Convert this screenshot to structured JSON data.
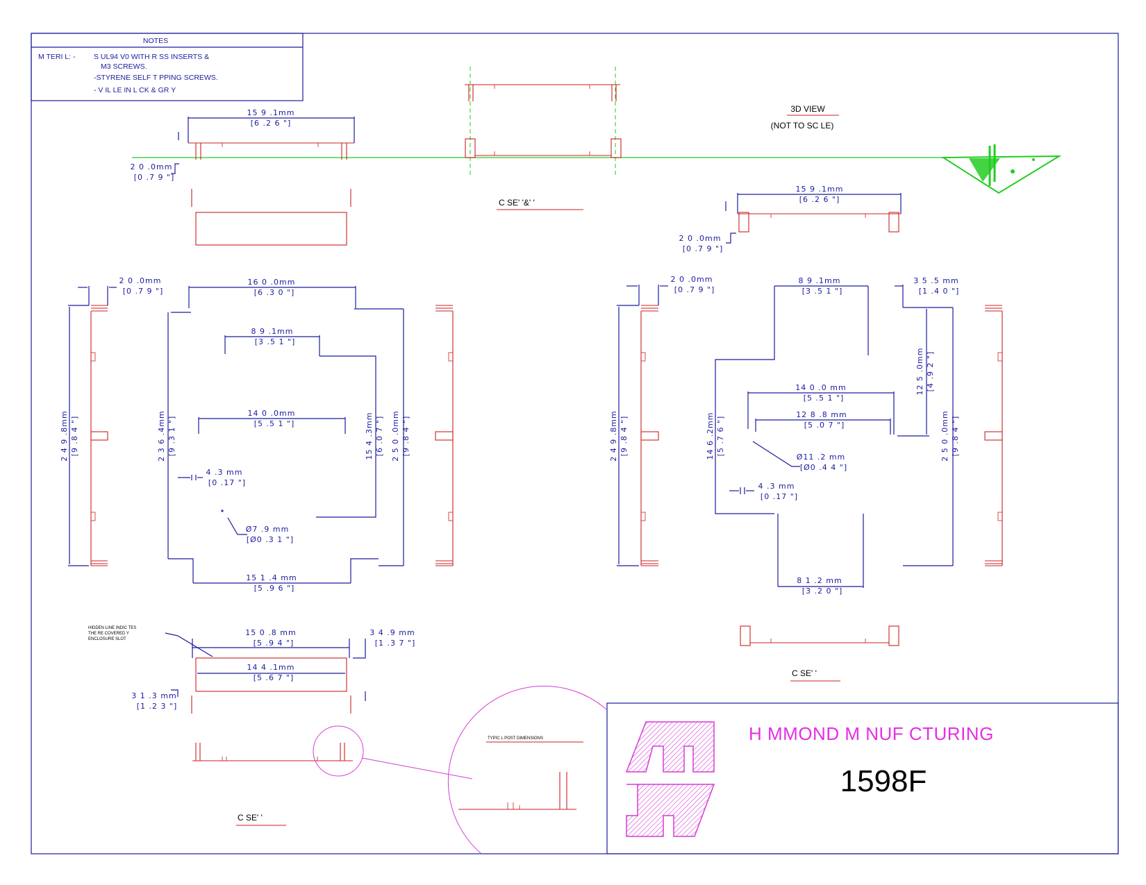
{
  "notes": {
    "title": "NOTES",
    "line1_label": "M  TERI  L: -",
    "line1": "S UL94 V0 WITH   R  SS INSERTS &",
    "line2": "M3 SCREWS.",
    "line3": "-STYRENE SELF T  PPING SCREWS.",
    "line4": "-  V  IL    LE IN   L  CK & GR   Y"
  },
  "views": {
    "view3d_title": "3D VIEW",
    "view3d_sub": "(NOT TO SC  LE)",
    "case_ab": "C  SE'  '&'  '",
    "case_c": "C  SE'  '",
    "case_d": "C  SE'  '",
    "hidden_note1": "HIDDEN LINE INDIC  TES",
    "hidden_note2": "THE   RE   COVERED   Y",
    "hidden_note3": "ENCLOSURE SLOT",
    "typical_post": "TYPIC  L POST DIMENSIONS"
  },
  "dims": {
    "d159_top_mm": "15 9 .1mm",
    "d159_top_in": "[6 .2 6 \"]",
    "d20_a_mm": "2 0 .0mm",
    "d20_a_in": "[0 .7 9 \"]",
    "d159_right_mm": "15 9 .1mm",
    "d159_right_in": "[6 .2 6 \"]",
    "d20_b_mm": "2 0 .0mm",
    "d20_b_in": "[0 .7 9 \"]",
    "d20_c_mm": "2 0 .0mm",
    "d20_c_in": "[0 .7 9 \"]",
    "d160_mm": "16 0 .0mm",
    "d160_in": "[6 .3 0 \"]",
    "d89_left_mm": "8 9 .1mm",
    "d89_left_in": "[3 .5 1 \"]",
    "d140_left_mm": "14 0 .0mm",
    "d140_left_in": "[5 .5 1 \"]",
    "d43_left_mm": "4 .3 mm",
    "d43_left_in": "[0 .17 \"]",
    "d79_mm": "Ø7 .9 mm",
    "d79_in": "[Ø0 .3 1 \"]",
    "d151_mm": "15 1 .4 mm",
    "d151_in": "[5 .9 6 \"]",
    "v2498_l_mm": "2 4 9 .8mm",
    "v2498_l_in": "[9 .8 4 \"]",
    "v2364_mm": "2 3 6 .4mm",
    "v2364_in": "[9 .3 1 \"]",
    "v1543_mm": "15 4 .3mm",
    "v1543_in": "[6 .0 7 \"]",
    "v250_l_mm": "2 5 0 .0mm",
    "v250_l_in": "[9 .8 4 \"]",
    "d20_d_mm": "2 0 .0mm",
    "d20_d_in": "[0 .7 9 \"]",
    "d89_right_mm": "8 9 .1mm",
    "d89_right_in": "[3 .5 1 \"]",
    "d355_mm": "3 5 .5 mm",
    "d355_in": "[1 .4 0 \"]",
    "d140_right_mm": "14 0 .0 mm",
    "d140_right_in": "[5 .5 1 \"]",
    "d1288_mm": "12 8 .8 mm",
    "d1288_in": "[5 .0 7 \"]",
    "d112_mm": "Ø11 .2 mm",
    "d112_in": "[Ø0 .4 4 \"]",
    "d43_right_mm": "4 .3 mm",
    "d43_right_in": "[0 .17 \"]",
    "d812_mm": "8 1 .2 mm",
    "d812_in": "[3 .2 0 \"]",
    "v2498_r_mm": "2 4 9 .8mm",
    "v2498_r_in": "[9 .8 4 \"]",
    "v1462_mm": "14 6 .2mm",
    "v1462_in": "[5 .7 6 \"]",
    "v1250_mm": "12 5 .0mm",
    "v1250_in": "[4 .9 2 \"]",
    "v250_r_mm": "2 5 0 .0mm",
    "v250_r_in": "[9 .8 4 \"]",
    "d1508_mm": "15 0 .8 mm",
    "d1508_in": "[5 .9 4 \"]",
    "d349_mm": "3 4 .9 mm",
    "d349_in": "[1 .3 7 \"]",
    "d1441_mm": "14 4 .1mm",
    "d1441_in": "[5 .6 7 \"]",
    "d313_mm": "3 1 .3 mm",
    "d313_in": "[1 .2 3 \"]"
  },
  "title_block": {
    "company": "H   MMOND M   NUF   CTURING",
    "part_number": "1598F"
  },
  "colors": {
    "dimension": "#1a1a9e",
    "geometry": "#cc1f1f",
    "centerline": "#22cc22",
    "brand": "#e62ee6"
  }
}
